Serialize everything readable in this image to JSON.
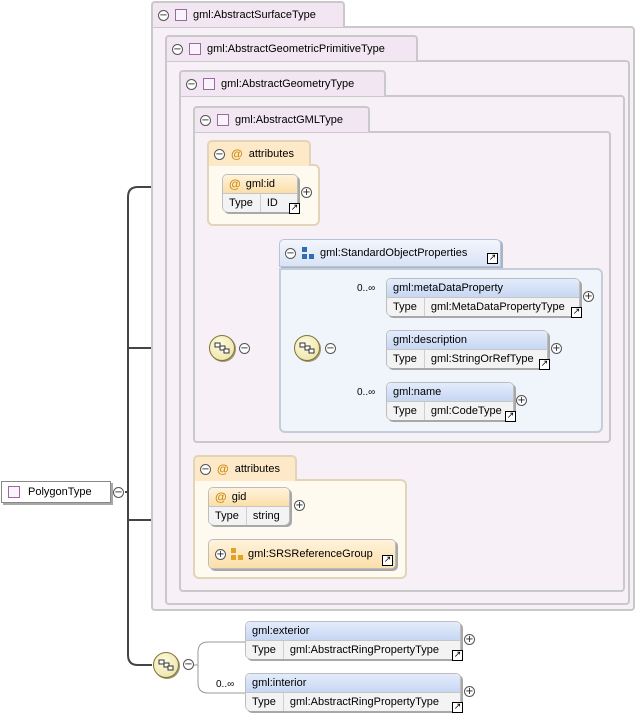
{
  "root": {
    "name": "PolygonType"
  },
  "frames": [
    {
      "name": "gml:AbstractSurfaceType"
    },
    {
      "name": "gml:AbstractGeometricPrimitiveType"
    },
    {
      "name": "gml:AbstractGeometryType"
    },
    {
      "name": "gml:AbstractGMLType"
    }
  ],
  "attributes_label": "attributes",
  "type_label": "Type",
  "id_attr": {
    "name": "gml:id",
    "type": "ID"
  },
  "std_props": {
    "name": "gml:StandardObjectProperties",
    "elements": [
      {
        "name": "gml:metaDataProperty",
        "type": "gml:MetaDataPropertyType",
        "occurs": "0..∞"
      },
      {
        "name": "gml:description",
        "type": "gml:StringOrRefType",
        "occurs": ""
      },
      {
        "name": "gml:name",
        "type": "gml:CodeType",
        "occurs": "0..∞"
      }
    ]
  },
  "gid_attr": {
    "name": "gid",
    "type": "string"
  },
  "srs_group": {
    "name": "gml:SRSReferenceGroup"
  },
  "bottom_elements": [
    {
      "name": "gml:exterior",
      "type": "gml:AbstractRingPropertyType",
      "occurs": ""
    },
    {
      "name": "gml:interior",
      "type": "gml:AbstractRingPropertyType",
      "occurs": "0..∞"
    }
  ],
  "colors": {
    "frame_border": "#c9c9c9",
    "frame_fill": "#f7f1f7",
    "attr_fill": "#fffaf0",
    "element_header": "#c7d7f3",
    "attribute_header": "#fbdfa9",
    "group_icon": "#2c6db5",
    "attribute_group_icon": "#e0a227"
  }
}
